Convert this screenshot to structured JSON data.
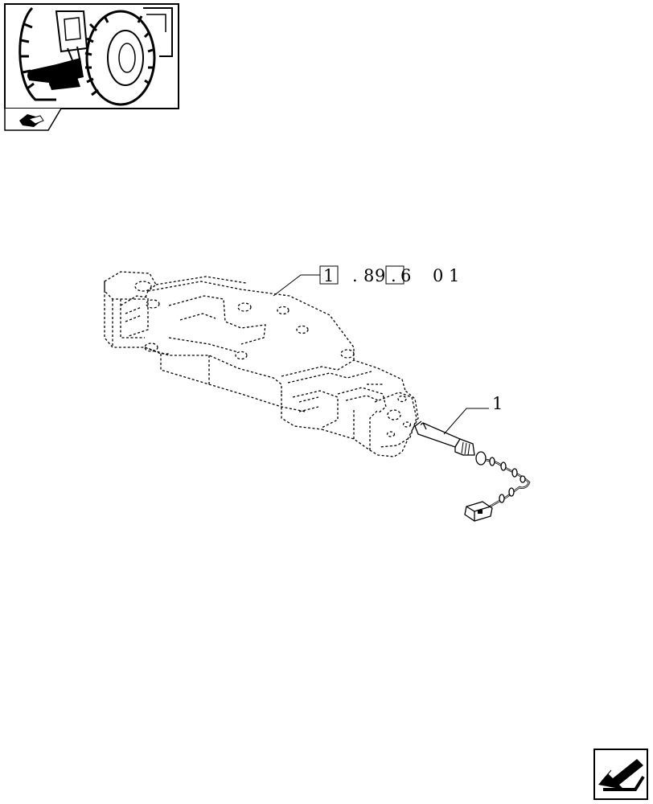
{
  "thumbnail": {
    "icon": "tractor-rear-hitch-thumbnail"
  },
  "section_tab": {
    "icon": "book-page-icon"
  },
  "diagram": {
    "reference_code": "1.89.6 01",
    "reference_segments": [
      "1",
      ".",
      "8",
      "9",
      ".",
      "6",
      "0",
      "1"
    ],
    "callouts": [
      {
        "number": "1",
        "part": "sensor-with-cable"
      }
    ]
  },
  "navigation": {
    "next_icon": "next-page-arrow-icon"
  }
}
